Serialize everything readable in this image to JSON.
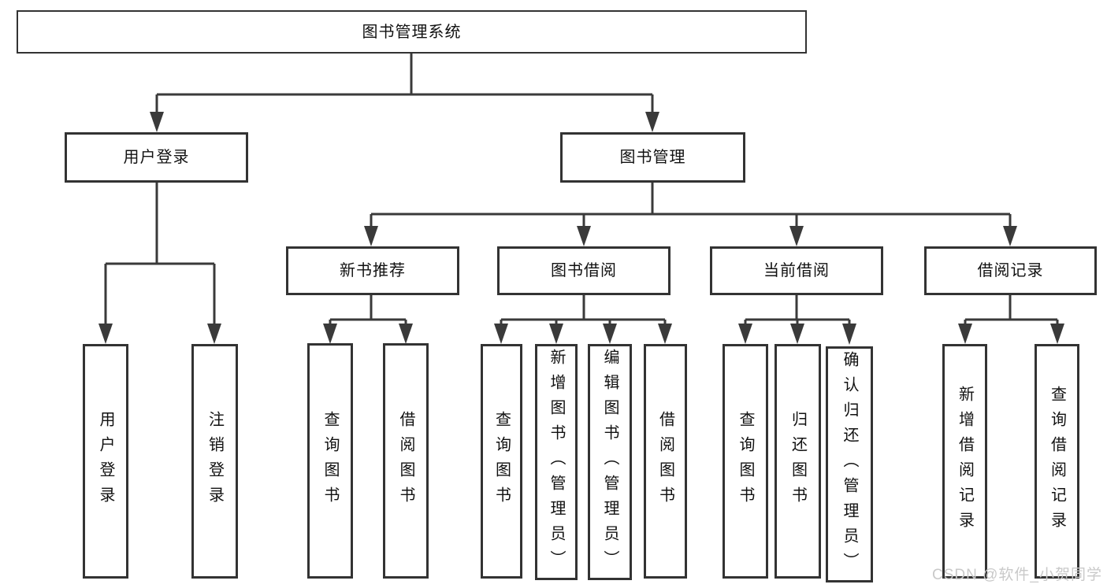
{
  "tree": {
    "label": "图书管理系统",
    "children": [
      {
        "label": "用户登录",
        "children": [
          {
            "label": "用户登录"
          },
          {
            "label": "注销登录"
          }
        ]
      },
      {
        "label": "图书管理",
        "children": [
          {
            "label": "新书推荐",
            "children": [
              {
                "label": "查询图书"
              },
              {
                "label": "借阅图书"
              }
            ]
          },
          {
            "label": "图书借阅",
            "children": [
              {
                "label": "查询图书"
              },
              {
                "label": "新增图书（管理员）"
              },
              {
                "label": "编辑图书（管理员）"
              },
              {
                "label": "借阅图书"
              }
            ]
          },
          {
            "label": "当前借阅",
            "children": [
              {
                "label": "查询图书"
              },
              {
                "label": "归还图书"
              },
              {
                "label": "确认归还（管理员）"
              }
            ]
          },
          {
            "label": "借阅记录",
            "children": [
              {
                "label": "新增借阅记录"
              },
              {
                "label": "查询借阅记录"
              }
            ]
          }
        ]
      }
    ]
  },
  "watermark": "CSDN @软件_小贺同学",
  "colors": {
    "background": "#ffffff",
    "line": "#3a3a3a",
    "box_border": "#333333",
    "text": "#111111",
    "watermark": "#c9c9c9"
  }
}
